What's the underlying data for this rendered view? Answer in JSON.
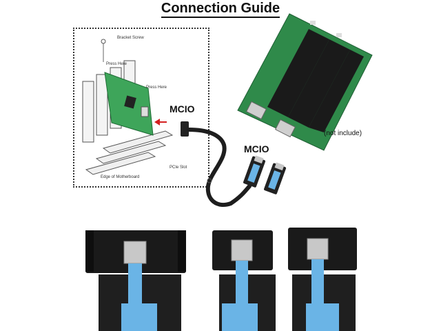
{
  "title": "Connection Guide",
  "labels": {
    "mcio_top": "MCIO",
    "mcio_mid": "MCIO",
    "not_include": "(not include)",
    "bracket_screw": "Bracket Screw",
    "press_here_1": "Press Here",
    "press_here_2": "Press Here",
    "pcie_slot": "PCIe Slot",
    "motherboard": "Edge of Motherboard"
  },
  "colors": {
    "pcb_green": "#2f8a4a",
    "slot_black": "#1a1a1a",
    "cable_black": "#1e1e1e",
    "tab_blue": "#6ab4e6",
    "metal": "#c8c8c8"
  }
}
